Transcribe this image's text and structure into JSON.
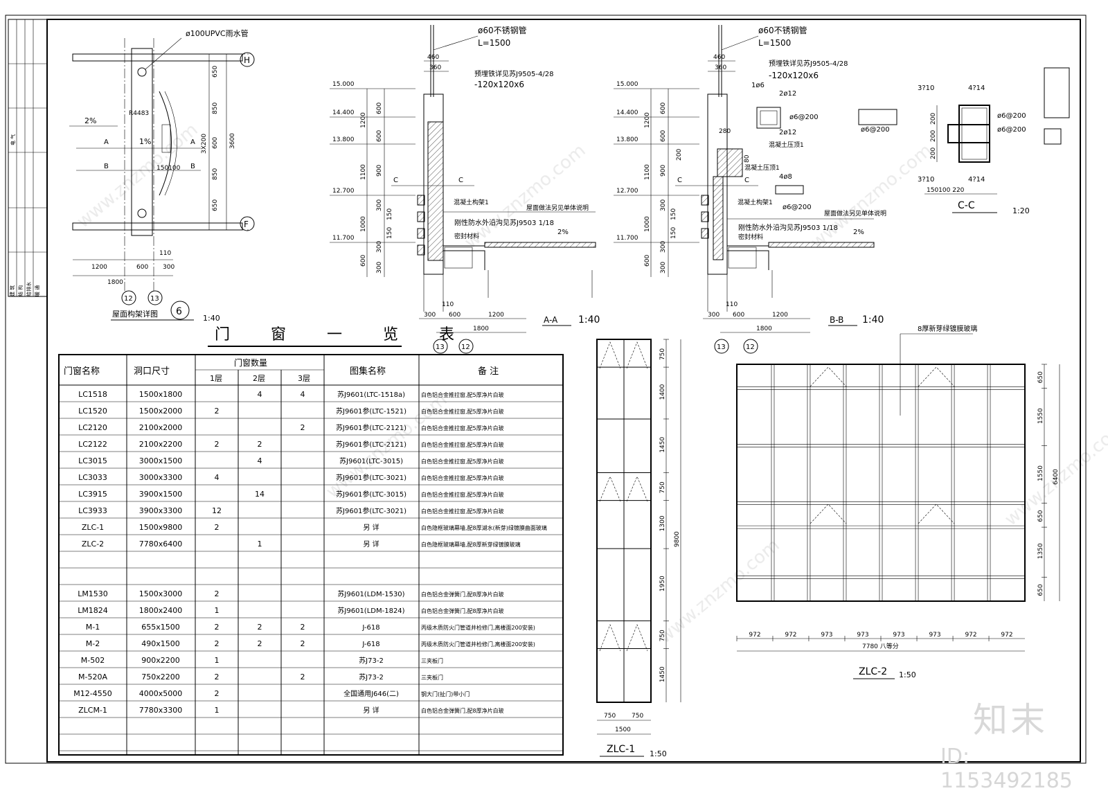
{
  "roof_detail": {
    "pipe_label": "ø100UPVC雨水管",
    "axis_h": "H",
    "axis_f": "F",
    "axis_12": "12",
    "axis_13": "13",
    "slope_left": "2%",
    "slope_mid": "1%",
    "radius": "R4483",
    "section_a_left": "A",
    "section_a_right": "A",
    "section_b_left": "B",
    "section_b_right": "B",
    "dims_vertical": [
      "650",
      "850",
      "3X200",
      "600",
      "850",
      "650"
    ],
    "dim_total_vertical": "3600",
    "dim_small": "150100",
    "dims_bottom": [
      "1200",
      "600",
      "300"
    ],
    "dim_110": "110",
    "dim_total_bottom": "1800",
    "title": "屋面构架详图",
    "number": "6",
    "scale": "1:40"
  },
  "section_aa": {
    "pipe": "ø60不锈钢管",
    "length": "L=1500",
    "dim_460": "460",
    "dim_360": "360",
    "embed": "预埋铁详见苏J9505-4/28",
    "embed_size": "-120x120x6",
    "elevations": [
      "15.000",
      "14.400",
      "13.800",
      "12.700",
      "11.700"
    ],
    "dims_left": [
      "600",
      "1200",
      "600",
      "900",
      "1100",
      "300",
      "150",
      "1000",
      "150",
      "300",
      "600",
      "300"
    ],
    "label_c": "C",
    "beam": "混凝土构架1",
    "roof_note": "屋面做法另见单体说明",
    "waterproof": "刚性防水外沿沟见苏J9503 1/18",
    "slope": "2%",
    "seal": "密封材料",
    "dims_bottom": [
      "300",
      "600",
      "1200"
    ],
    "dim_110": "110",
    "dim_total": "1800",
    "axes": [
      "13",
      "12"
    ],
    "title": "A-A",
    "scale": "1:40"
  },
  "section_bb": {
    "pipe": "ø60不锈钢管",
    "length": "L=1500",
    "dim_460": "460",
    "dim_360": "360",
    "embed": "预埋铁详见苏J9505-4/28",
    "embed_size": "-120x120x6",
    "elevations": [
      "15.000",
      "14.400",
      "13.800",
      "12.700",
      "11.700"
    ],
    "rebar_top": "1ø6",
    "rebar_2012a": "2ø12",
    "stirrup_a": "ø6@200",
    "rebar_2012b": "2ø12",
    "dim_280": "280",
    "dim_80": "80",
    "dim_200": "200",
    "top_beam": "混凝土压顶1",
    "rebar_408": "4ø8",
    "stirrup_b": "ø6@200",
    "beam": "混凝土构架1",
    "roof_note": "屋面做法另见单体说明",
    "waterproof": "刚性防水外沿沟见苏J9503 1/18",
    "slope": "2%",
    "seal": "密封材料",
    "label_c": "C",
    "dims_left": [
      "600",
      "1200",
      "600",
      "900",
      "1100",
      "300",
      "150",
      "1000",
      "150",
      "300",
      "600",
      "300"
    ],
    "dims_bottom": [
      "300",
      "600",
      "1200"
    ],
    "dim_110": "110",
    "dim_total": "1800",
    "axes": [
      "13",
      "12"
    ],
    "title": "B-B",
    "scale": "1:40"
  },
  "section_cc": {
    "top_left": "3?10",
    "top_right": "4?14",
    "right_a": "ø6@200",
    "right_b": "ø6@200",
    "left": "ø6@200",
    "bottom_left": "3?10",
    "bottom_right": "4?14",
    "dims_vertical": [
      "200",
      "200",
      "200"
    ],
    "dims_bottom": "150100 220",
    "title": "C-C",
    "scale": "1:20"
  },
  "schedule": {
    "title": "门 窗 一 览 表",
    "headers": {
      "name": "门窗名称",
      "size": "洞口尺寸",
      "count": "门窗数量",
      "f1": "1层",
      "f2": "2层",
      "f3": "3层",
      "atlas": "图集名称",
      "note": "备 注"
    },
    "rows": [
      [
        "LC1518",
        "1500x1800",
        "",
        "4",
        "4",
        "苏J9601(LTC-1518a)",
        "白色铝合金推拉窗,配5厚净片白玻"
      ],
      [
        "LC1520",
        "1500x2000",
        "2",
        "",
        "",
        "苏J9601参(LTC-1521)",
        "白色铝合金推拉窗,配5厚净片白玻"
      ],
      [
        "LC2120",
        "2100x2000",
        "",
        "",
        "2",
        "苏J9601参(LTC-2121)",
        "白色铝合金推拉窗,配5厚净片白玻"
      ],
      [
        "LC2122",
        "2100x2200",
        "2",
        "2",
        "",
        "苏J9601参(LTC-2121)",
        "白色铝合金推拉窗,配5厚净片白玻"
      ],
      [
        "LC3015",
        "3000x1500",
        "",
        "4",
        "",
        "苏J9601(LTC-3015)",
        "白色铝合金推拉窗,配5厚净片白玻"
      ],
      [
        "LC3033",
        "3000x3300",
        "4",
        "",
        "",
        "苏J9601参(LTC-3021)",
        "白色铝合金推拉窗,配5厚净片白玻"
      ],
      [
        "LC3915",
        "3900x1500",
        "",
        "14",
        "",
        "苏J9601参(LTC-3015)",
        "白色铝合金推拉窗,配5厚净片白玻"
      ],
      [
        "LC3933",
        "3900x3300",
        "12",
        "",
        "",
        "苏J9601参(LTC-3021)",
        "白色铝合金推拉窗,配5厚净片白玻"
      ],
      [
        "ZLC-1",
        "1500x9800",
        "2",
        "",
        "",
        "另 详",
        "白色隐框玻璃幕墙,配8厚湖水(新芽)绿镀膜曲面玻璃"
      ],
      [
        "ZLC-2",
        "7780x6400",
        "",
        "1",
        "",
        "另 详",
        "白色隐框玻璃幕墙,配8厚新芽绿镀膜玻璃"
      ],
      [
        "",
        "",
        "",
        "",
        "",
        "",
        ""
      ],
      [
        "",
        "",
        "",
        "",
        "",
        "",
        ""
      ],
      [
        "LM1530",
        "1500x3000",
        "2",
        "",
        "",
        "苏J9601(LDM-1530)",
        "白色铝合金弹簧门,配8厚净片白玻"
      ],
      [
        "LM1824",
        "1800x2400",
        "1",
        "",
        "",
        "苏J9601(LDM-1824)",
        "白色铝合金弹簧门,配8厚净片白玻"
      ],
      [
        "M-1",
        "655x1500",
        "2",
        "2",
        "2",
        "J-618",
        "丙级木质防火门管道井检修门,离楼面200安装)"
      ],
      [
        "M-2",
        "490x1500",
        "2",
        "2",
        "2",
        "J-618",
        "丙级木质防火门管道井检修门,离楼面200安装)"
      ],
      [
        "M-502",
        "900x2200",
        "1",
        "",
        "",
        "苏J73-2",
        "三夹板门"
      ],
      [
        "M-520A",
        "750x2200",
        "2",
        "",
        "2",
        "苏J73-2",
        "三夹板门"
      ],
      [
        "M12-4550",
        "4000x5000",
        "2",
        "",
        "",
        "全国通用J646(二)",
        "钢大门(扯门)带小门"
      ],
      [
        "ZLCM-1",
        "7780x3300",
        "1",
        "",
        "",
        "另 详",
        "白色铝合金弹簧门,配8厚净片白玻"
      ],
      [
        "",
        "",
        "",
        "",
        "",
        "",
        ""
      ],
      [
        "",
        "",
        "",
        "",
        "",
        "",
        ""
      ]
    ]
  },
  "zlc1": {
    "dims_right": [
      "750",
      "1400",
      "1450",
      "750",
      "1300",
      "1950",
      "750",
      "1450"
    ],
    "dim_total": "9800",
    "dims_bottom": [
      "750",
      "750"
    ],
    "dim_total_bottom": "1500",
    "title": "ZLC-1",
    "scale": "1:50"
  },
  "zlc2": {
    "glass_note": "8厚新芽绿镀膜玻璃",
    "dims_right": [
      "650",
      "1550",
      "1550",
      "650",
      "1350",
      "650"
    ],
    "dim_total": "6400",
    "dims_bottom": [
      "972",
      "972",
      "973",
      "973",
      "973",
      "973",
      "972",
      "972"
    ],
    "dim_total_bottom": "7780 八等分",
    "title": "ZLC-2",
    "scale": "1:50"
  },
  "title_block": {
    "label_elec": "电 气",
    "labels": [
      "建 筑",
      "结 构",
      "给排水",
      "暖 通"
    ]
  },
  "watermark": {
    "url": "www.znzmo.com",
    "brand": "知末",
    "id": "ID: 1153492185"
  }
}
